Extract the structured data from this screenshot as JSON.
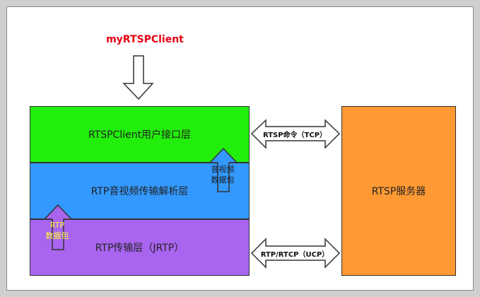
{
  "title": "myRTSPClient",
  "layers": {
    "top": "RTSPClient用户接口层",
    "mid": "RTP音视频传输解析层",
    "bot": "RTP传输层（JRTP）"
  },
  "server": "RTSP服务器",
  "up_arrows": {
    "av_packet_line1": "音视频",
    "av_packet_line2": "数据包",
    "rtp_packet_line1": "RTP",
    "rtp_packet_line2": "数据包"
  },
  "links": {
    "top": "RTSP命令（TCP）",
    "bot": "RTP/RTCP（UCP）"
  },
  "colors": {
    "title": "#e60012",
    "client_layer": "#22ee0c",
    "parse_layer": "#3399ff",
    "transport_layer": "#a964f0",
    "server": "#ff9933",
    "rtp_label": "#ffff33"
  }
}
